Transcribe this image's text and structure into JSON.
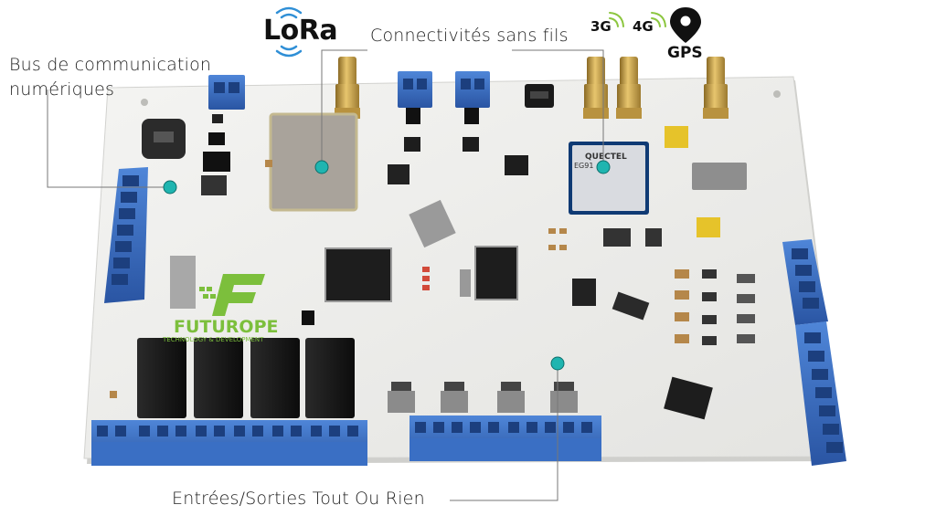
{
  "labels": {
    "bus": [
      "Bus de communication",
      "numériques"
    ],
    "wireless": "Connectivités sans fils",
    "io": "Entrées/Sorties Tout Ou Rien"
  },
  "logos": {
    "lora": "LoRa",
    "g3": "3G",
    "g4": "4G",
    "gps": "GPS"
  },
  "board": {
    "brand": "FUTUROPE",
    "brand_sub": "TECHNOLOGY & DEVELOPMENT",
    "modem_maker": "QUECTEL",
    "modem_model": "EG91"
  },
  "colors": {
    "board": "#eeeeec",
    "terminal": "#3a6fc4",
    "antenna": "#c9a24a",
    "relay": "#151515",
    "marker": "#1fb5b0",
    "brand_green": "#7cbf3c"
  }
}
